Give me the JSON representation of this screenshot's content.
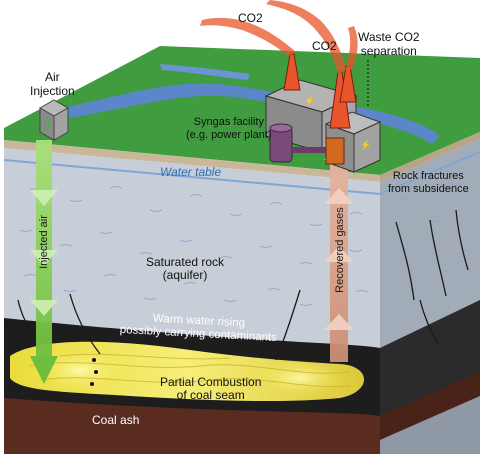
{
  "labels": {
    "co2_left": "CO2",
    "co2_right": "CO2",
    "waste_co2_line1": "Waste CO2",
    "waste_co2_line2": "separation",
    "air_injection_line1": "Air",
    "air_injection_line2": "Injection",
    "syngas_line1": "Syngas facility",
    "syngas_line2": "(e.g. power plant)",
    "water_table": "Water table",
    "rock_fractures_line1": "Rock fractures",
    "rock_fractures_line2": "from subsidence",
    "injected_air": "Injected air",
    "recovered_gases": "Recovered gases",
    "saturated_rock_line1": "Saturated rock",
    "saturated_rock_line2": "(aquifer)",
    "warm_water_line1": "Warm water rising",
    "warm_water_line2": "possibly carrying contaminants",
    "partial_combustion_line1": "Partial Combustion",
    "partial_combustion_line2": "of coal seam",
    "coal_ash": "Coal ash"
  },
  "colors": {
    "grass": "#3a9a3e",
    "river": "#5b86c9",
    "rock_fill": "#c6cdd6",
    "rock_side": "#9aa5b2",
    "coal_seam": "#f0e44a",
    "coal_dark": "#1b1b1b",
    "ash": "#5a2b1f",
    "injected_arrow": "#8ed45a",
    "recovered_arrow": "#d69c86",
    "smoke": "#e8552a",
    "plant": "#8a8a8a",
    "pipe": "#7a4a7a"
  },
  "icons": [
    "air-injection-box-icon",
    "power-plant-icon",
    "smokestack-icon",
    "down-arrow-icon",
    "up-arrow-icon"
  ]
}
